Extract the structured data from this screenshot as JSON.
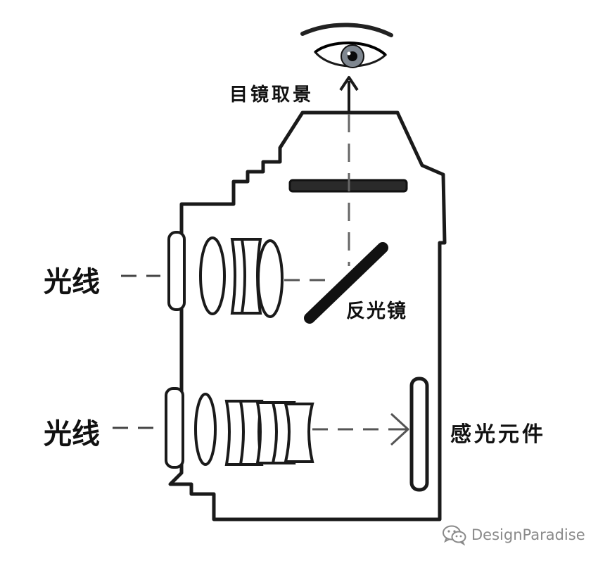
{
  "labels": {
    "eyepiece_viewfinder": "目镜取景",
    "light_top": "光线",
    "light_bottom": "光线",
    "reflex_mirror": "反光镜",
    "sensor": "感光元件"
  },
  "watermark": {
    "text": "DesignParadise",
    "icon": "wechat-icon"
  },
  "colors": {
    "ink": "#1a1a1a",
    "lens": "#ffffff",
    "watermark": "#8a8a8a",
    "iris": "#7f8790"
  }
}
